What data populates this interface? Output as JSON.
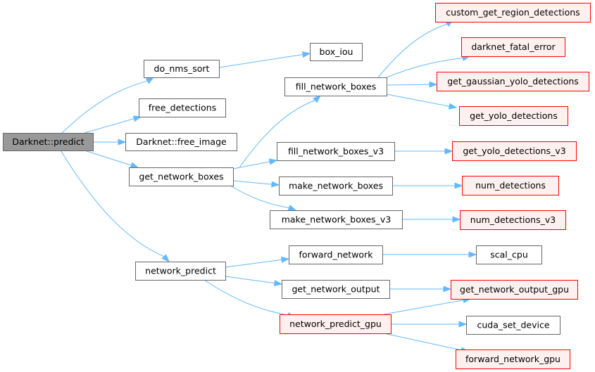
{
  "nodes": {
    "predict": {
      "label": "Darknet::predict",
      "style": "root"
    },
    "do_nms_sort": {
      "label": "do_nms_sort",
      "style": "normal"
    },
    "free_detections": {
      "label": "free_detections",
      "style": "normal"
    },
    "free_image": {
      "label": "Darknet::free_image",
      "style": "normal"
    },
    "get_network_boxes": {
      "label": "get_network_boxes",
      "style": "normal"
    },
    "network_predict": {
      "label": "network_predict",
      "style": "normal"
    },
    "box_iou": {
      "label": "box_iou",
      "style": "normal"
    },
    "fill_network_boxes": {
      "label": "fill_network_boxes",
      "style": "normal"
    },
    "fill_network_boxes_v3": {
      "label": "fill_network_boxes_v3",
      "style": "normal"
    },
    "make_network_boxes": {
      "label": "make_network_boxes",
      "style": "normal"
    },
    "make_network_boxes_v3": {
      "label": "make_network_boxes_v3",
      "style": "normal"
    },
    "forward_network": {
      "label": "forward_network",
      "style": "normal"
    },
    "get_network_output": {
      "label": "get_network_output",
      "style": "normal"
    },
    "network_predict_gpu": {
      "label": "network_predict_gpu",
      "style": "ext"
    },
    "custom_get_region_detections": {
      "label": "custom_get_region_detections",
      "style": "ext"
    },
    "darknet_fatal_error": {
      "label": "darknet_fatal_error",
      "style": "ext"
    },
    "get_gaussian_yolo_detections": {
      "label": "get_gaussian_yolo_detections",
      "style": "ext"
    },
    "get_yolo_detections": {
      "label": "get_yolo_detections",
      "style": "ext"
    },
    "get_yolo_detections_v3": {
      "label": "get_yolo_detections_v3",
      "style": "ext"
    },
    "num_detections": {
      "label": "num_detections",
      "style": "ext"
    },
    "num_detections_v3": {
      "label": "num_detections_v3",
      "style": "ext"
    },
    "scal_cpu": {
      "label": "scal_cpu",
      "style": "normal"
    },
    "get_network_output_gpu": {
      "label": "get_network_output_gpu",
      "style": "ext"
    },
    "cuda_set_device": {
      "label": "cuda_set_device",
      "style": "normal"
    },
    "forward_network_gpu": {
      "label": "forward_network_gpu",
      "style": "ext"
    }
  },
  "edges": [
    [
      "predict",
      "do_nms_sort"
    ],
    [
      "predict",
      "free_detections"
    ],
    [
      "predict",
      "free_image"
    ],
    [
      "predict",
      "get_network_boxes"
    ],
    [
      "predict",
      "network_predict"
    ],
    [
      "do_nms_sort",
      "box_iou"
    ],
    [
      "get_network_boxes",
      "fill_network_boxes"
    ],
    [
      "get_network_boxes",
      "fill_network_boxes_v3"
    ],
    [
      "get_network_boxes",
      "make_network_boxes"
    ],
    [
      "get_network_boxes",
      "make_network_boxes_v3"
    ],
    [
      "fill_network_boxes",
      "custom_get_region_detections"
    ],
    [
      "fill_network_boxes",
      "darknet_fatal_error"
    ],
    [
      "fill_network_boxes",
      "get_gaussian_yolo_detections"
    ],
    [
      "fill_network_boxes",
      "get_yolo_detections"
    ],
    [
      "fill_network_boxes_v3",
      "get_yolo_detections_v3"
    ],
    [
      "make_network_boxes",
      "num_detections"
    ],
    [
      "make_network_boxes_v3",
      "num_detections_v3"
    ],
    [
      "network_predict",
      "forward_network"
    ],
    [
      "network_predict",
      "get_network_output"
    ],
    [
      "network_predict",
      "network_predict_gpu"
    ],
    [
      "forward_network",
      "scal_cpu"
    ],
    [
      "get_network_output",
      "get_network_output_gpu"
    ],
    [
      "network_predict_gpu",
      "get_network_output_gpu"
    ],
    [
      "network_predict_gpu",
      "cuda_set_device"
    ],
    [
      "network_predict_gpu",
      "forward_network_gpu"
    ]
  ]
}
